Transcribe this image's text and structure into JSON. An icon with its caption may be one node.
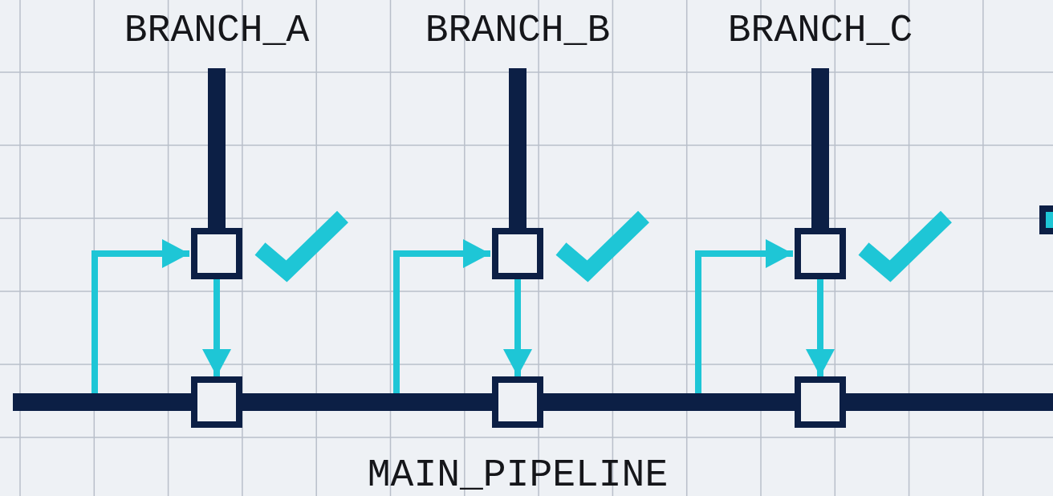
{
  "diagram": {
    "nodes": [
      {
        "text": [
          "BRANCH_A"
        ]
      },
      {
        "text": [
          "BRANCH_B"
        ]
      },
      {
        "text": [
          "BRANCH_C"
        ]
      },
      {
        "text": [],
        "shape": "box"
      },
      {
        "text": [],
        "shape": "box"
      },
      {
        "text": [],
        "shape": "box"
      },
      {
        "text": [],
        "shape": "box"
      },
      {
        "text": [],
        "shape": "box"
      },
      {
        "text": [],
        "shape": "box"
      },
      {
        "text": [],
        "shape": "box"
      }
    ],
    "edges": [
      {
        "from": 0,
        "to": 3,
        "arrow": "none"
      },
      {
        "from": 1,
        "to": 4,
        "arrow": "none"
      },
      {
        "from": 2,
        "to": 5,
        "arrow": "none"
      },
      {
        "from": null,
        "to": 3,
        "arrow": "to",
        "color": "#1ec6d6"
      },
      {
        "from": 3,
        "to": 7,
        "arrow": "to",
        "color": "#1ec6d6"
      },
      {
        "from": null,
        "to": 4,
        "arrow": "to",
        "color": "#1ec6d6"
      },
      {
        "from": 4,
        "to": 8,
        "arrow": "to",
        "color": "#1ec6d6"
      },
      {
        "from": null,
        "to": 5,
        "arrow": "to",
        "color": "#1ec6d6"
      },
      {
        "from": 5,
        "to": 9,
        "arrow": "to",
        "color": "#1ec6d6"
      },
      {
        "from": null,
        "to": 7,
        "arrow": "none"
      },
      {
        "from": 7,
        "to": 8,
        "arrow": "none"
      },
      {
        "from": 8,
        "to": 9,
        "arrow": "none"
      },
      {
        "from": 9,
        "to": null,
        "arrow": "none"
      }
    ],
    "labels": [
      "MAIN_PIPELINE"
    ]
  }
}
